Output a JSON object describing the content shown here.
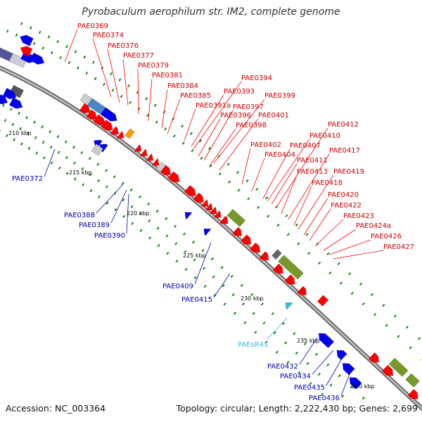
{
  "title": "Pyrobaculum aerophilum str. IM2, complete genome",
  "footer": {
    "accession": "Accession: NC_003364",
    "summary": "Topology: circular; Length: 2,222,430 bp; Genes: 2,699"
  },
  "colors": {
    "forward_label": "#cc0000",
    "reverse_label": "#0000aa",
    "rna_label": "#33bbdd",
    "gene_red": "#ff0000",
    "gene_blue": "#0000ee",
    "gene_olive": "#77992a",
    "gene_gray": "#cccccc",
    "backbone": "#999999",
    "tick_green": "#118811"
  },
  "ticks": [
    "210 kbp",
    "215 kbp",
    "220 kbp",
    "225 kbp",
    "230 kbp",
    "235 kbp",
    "240 kbp"
  ],
  "forward_labels": [
    "PAE0369",
    "PAE0374",
    "PAE0376",
    "PAE0377",
    "PAE0379",
    "PAE0381",
    "PAE0384",
    "PAE0385",
    "PAE0391a",
    "PAE0393",
    "PAE0394",
    "PAE0396",
    "PAE0397",
    "PAE0398",
    "PAE0399",
    "PAE0401",
    "PAE0402",
    "PAE0404",
    "PAE0407",
    "PAE0410",
    "PAE0411",
    "PAE0412",
    "PAE0413",
    "PAE0417",
    "PAE0418",
    "PAE0419",
    "PAE0420",
    "PAE0422",
    "PAE0423",
    "PAE0424a",
    "PAE0426",
    "PAE0427"
  ],
  "reverse_labels": [
    "PAE0372",
    "PAE0388",
    "PAE0389",
    "PAE0390",
    "PAE0409",
    "PAE0415",
    "PAE0432",
    "PAE0434",
    "PAE0435",
    "PAE0436"
  ],
  "rna_labels": [
    "PAEsR41"
  ]
}
